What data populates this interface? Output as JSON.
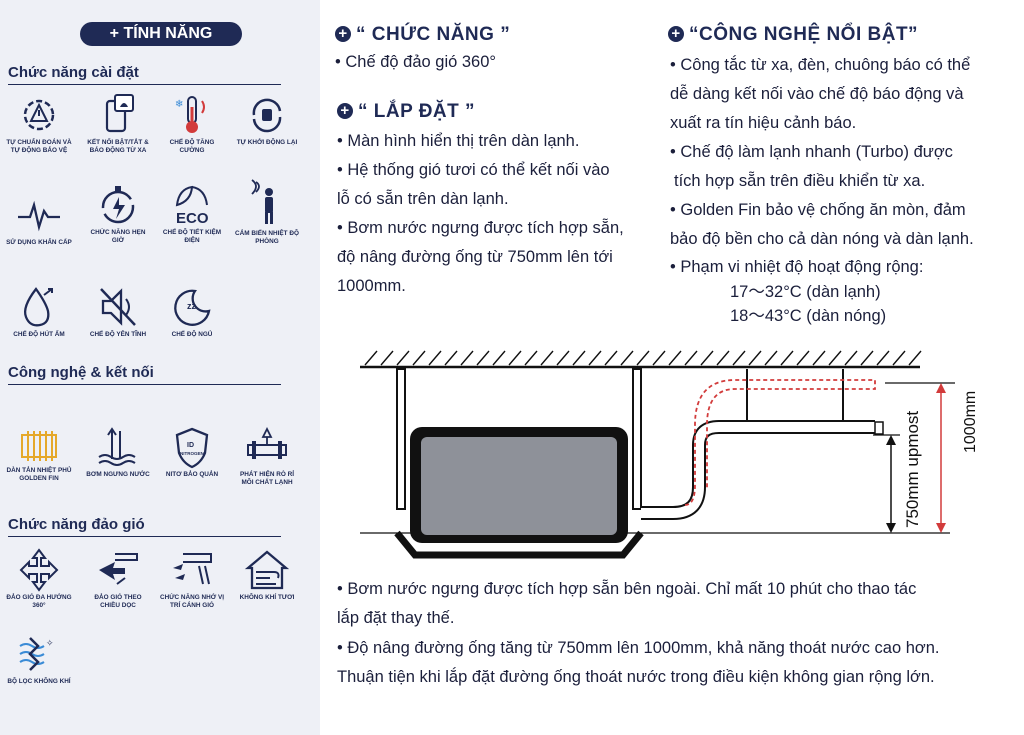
{
  "sidebar": {
    "header": "TÍNH NĂNG",
    "sections": [
      {
        "title": "Chức năng cài đặt"
      },
      {
        "title": "Công nghệ & kết nối"
      },
      {
        "title": "Chức năng đảo gió"
      }
    ],
    "features": [
      {
        "label": "TỰ CHUẨN ĐOÁN VÀ TỰ ĐỘNG BẢO VỆ",
        "icon": "gear-warning-icon"
      },
      {
        "label": "KẾT NỐI BẬT/TẮT & BÁO ĐỘNG TỪ XA",
        "icon": "phone-alarm-icon"
      },
      {
        "label": "CHẾ ĐỘ TĂNG CƯỜNG",
        "icon": "thermometer-icon"
      },
      {
        "label": "TỰ KHỞI ĐỘNG LẠI",
        "icon": "restart-plug-icon"
      },
      {
        "label": "SỬ DỤNG KHẨN CẤP",
        "icon": "pulse-icon"
      },
      {
        "label": "CHỨC NĂNG HẸN GIỜ",
        "icon": "timer-icon"
      },
      {
        "label": "CHẾ ĐỘ TIẾT KIỆM ĐIỆN",
        "icon": "eco-icon"
      },
      {
        "label": "CẢM BIẾN NHIỆT ĐỘ PHÒNG",
        "icon": "person-sensor-icon"
      },
      {
        "label": "CHẾ ĐỘ HÚT ẨM",
        "icon": "droplet-icon"
      },
      {
        "label": "CHẾ ĐỘ YÊN TĨNH",
        "icon": "mute-speaker-icon"
      },
      {
        "label": "CHẾ ĐỘ NGỦ",
        "icon": "moon-zzz-icon"
      },
      {
        "label": "DÀN TẢN NHIỆT PHỦ GOLDEN FIN",
        "icon": "golden-fin-icon"
      },
      {
        "label": "BƠM NGƯNG NƯỚC",
        "icon": "water-pump-icon"
      },
      {
        "label": "NITƠ BẢO QUẢN",
        "icon": "nitrogen-shield-icon"
      },
      {
        "label": "PHÁT HIỆN RÒ RỈ MÔI CHẤT LẠNH",
        "icon": "leak-detect-icon"
      },
      {
        "label": "ĐẢO GIÓ ĐA HƯỚNG 360°",
        "icon": "arrows-360-icon"
      },
      {
        "label": "ĐẢO GIÓ THEO CHIỀU DỌC",
        "icon": "vertical-swing-icon"
      },
      {
        "label": "CHỨC NĂNG NHỚ VỊ TRÍ CÁNH GIÓ",
        "icon": "vane-memory-icon"
      },
      {
        "label": "KHÔNG KHÍ TƯƠI",
        "icon": "fresh-air-house-icon"
      },
      {
        "label": "BỘ LỌC KHÔNG KHÍ",
        "icon": "air-filter-icon"
      }
    ]
  },
  "chuc_nang": {
    "heading": "“ CHỨC NĂNG ”",
    "items": [
      "• Chế độ đảo gió 360°"
    ]
  },
  "lap_dat": {
    "heading": "“ LẮP ĐẶT ”",
    "lines": [
      "• Màn hình hiển thị trên dàn lạnh.",
      "• Hệ thống gió tươi có thể kết nối vào",
      "lỗ có sẵn trên dàn lạnh.",
      "• Bơm nước ngưng được tích hợp sẵn,",
      "độ nâng đường ống từ 750mm lên tới",
      "1000mm."
    ]
  },
  "cong_nghe": {
    "heading": "“CÔNG NGHỆ NỔI BẬT”",
    "lines": [
      "• Công tắc từ xa, đèn, chuông báo có thể",
      "dễ dàng kết nối vào chế độ báo động và",
      "xuất ra tín hiệu cảnh báo.",
      "• Chế độ làm lạnh nhanh (Turbo) được",
      "tích hợp sẵn trên điều khiển từ xa.",
      "• Golden Fin bảo vệ chống ăn mòn, đảm",
      "bảo độ bền cho cả dàn nóng và dàn lạnh.",
      "• Phạm vi nhiệt độ hoạt động rộng:",
      "17～32°C (dàn lạnh)",
      "18～43°C (dàn nóng)"
    ]
  },
  "diagram": {
    "label_750": "750mm upmost",
    "label_1000": "1000mm",
    "colors": {
      "frame": "#111111",
      "unit": "#8e9199",
      "dashed": "#d23b3b"
    }
  },
  "bottom": {
    "lines": [
      "• Bơm nước ngưng được tích hợp sẵn bên ngoài. Chỉ mất 10 phút cho thao tác",
      "lắp đặt thay thế.",
      "• Độ nâng đường ống tăng từ 750mm lên 1000mm, khả năng thoát nước cao hơn.",
      "Thuận tiện khi lắp đặt đường ống thoát nước trong điều kiện không gian rộng lớn."
    ]
  }
}
